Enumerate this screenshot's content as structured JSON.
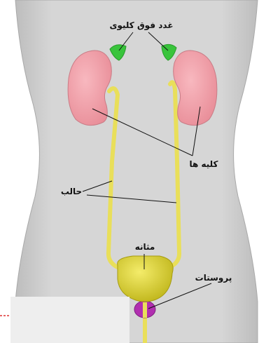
{
  "labels": {
    "adrenal": "غدد فوق کلیوی",
    "kidneys": "کلیه ها",
    "ureter": "حالب",
    "bladder": "مثانه",
    "prostate": "پروستات"
  },
  "colors": {
    "body": "#d3d3d3",
    "kidney": "#f3a4ad",
    "adrenal": "#39c43c",
    "ureter": "#e9df5a",
    "bladder": "#dcd12a",
    "prostate": "#b12fb0",
    "line": "#111111"
  }
}
